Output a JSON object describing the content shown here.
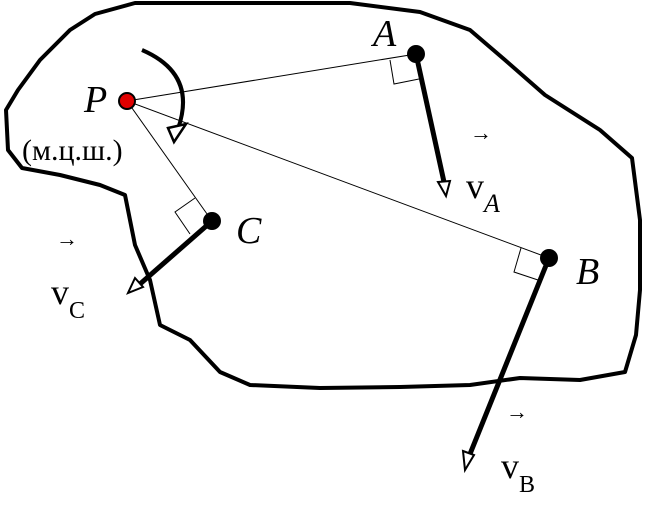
{
  "points": {
    "P": "P",
    "A": "A",
    "B": "B",
    "C": "C"
  },
  "annotation": "(м.ц.ш.)",
  "velocities": {
    "A": {
      "symbol": "v",
      "subscript": "A"
    },
    "B": {
      "symbol": "v",
      "subscript": "B"
    },
    "C": {
      "symbol": "v",
      "subscript": "C"
    }
  },
  "vector_arrow_glyph": "→",
  "colors": {
    "outline": "#000000",
    "pole_fill": "#e00000",
    "background": "#ffffff"
  }
}
